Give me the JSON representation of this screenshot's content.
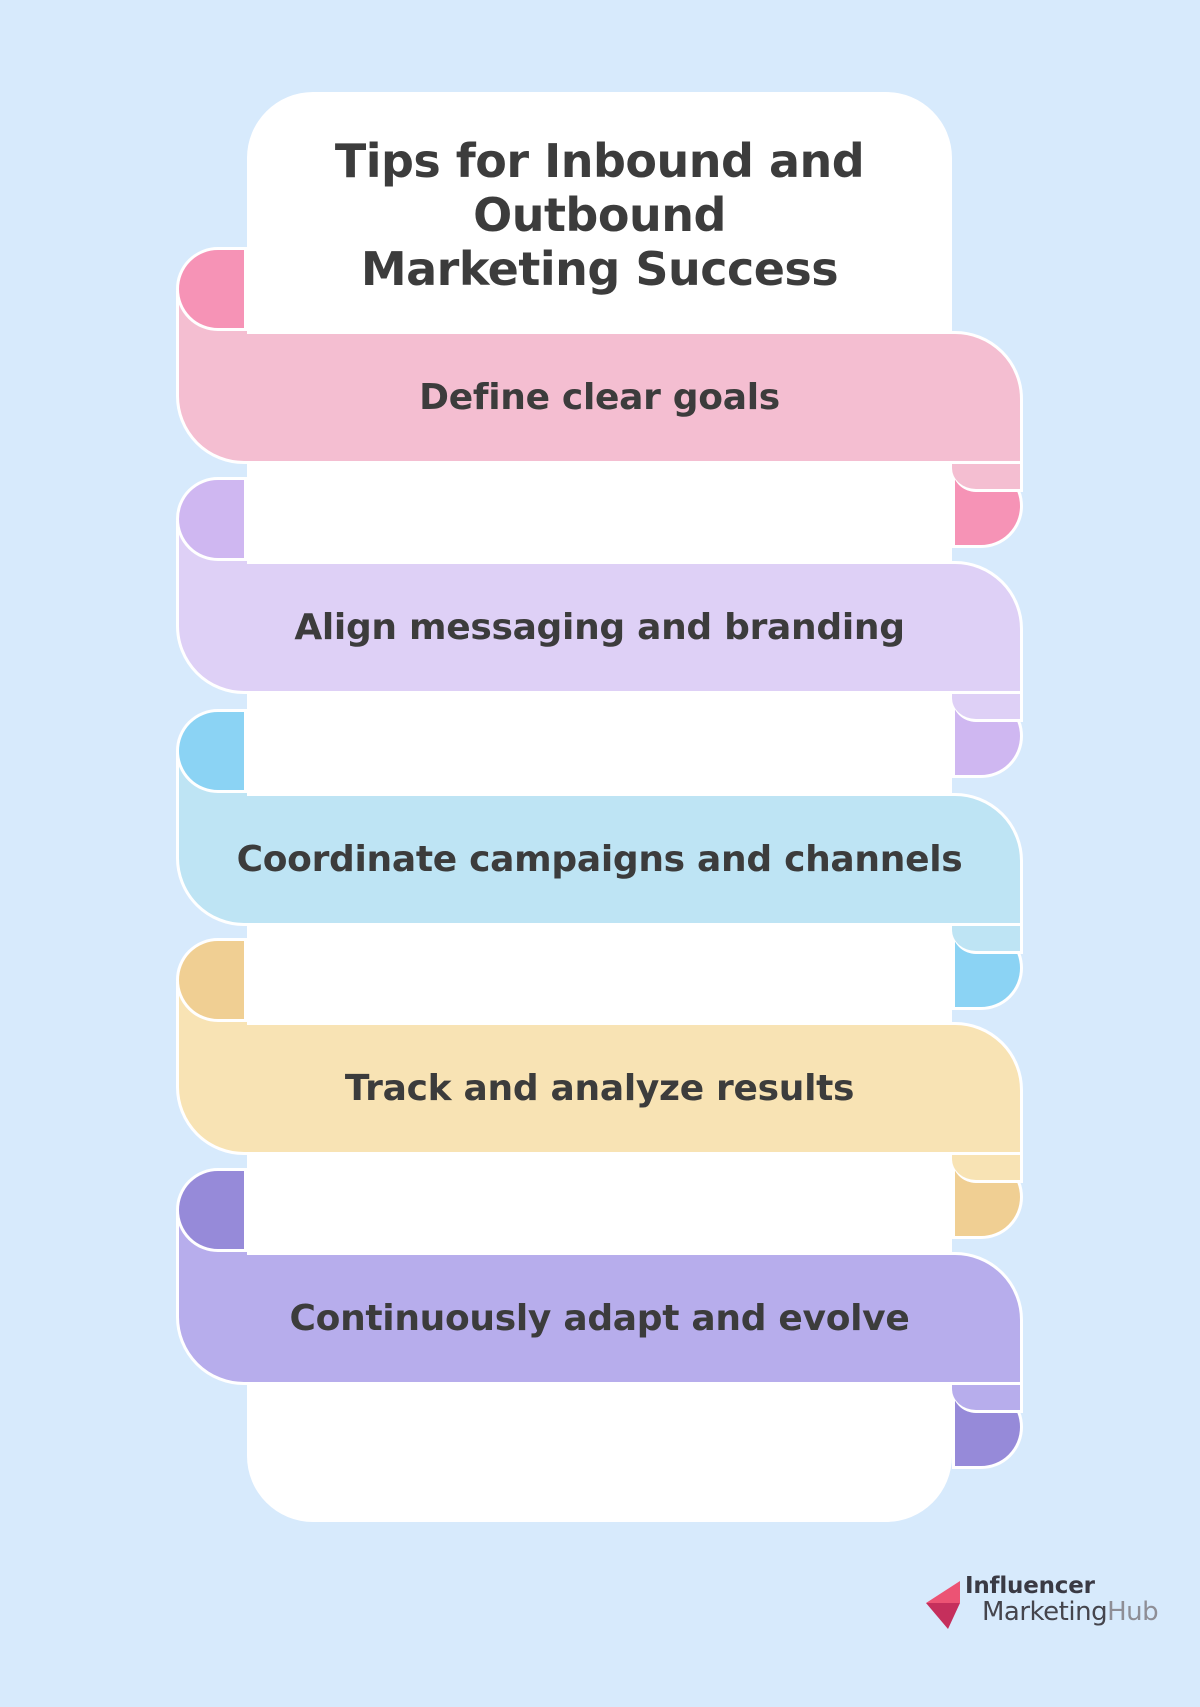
{
  "theme": {
    "bg": "#d7eafc",
    "card": "#ffffff",
    "ink": "#3c3c3c",
    "logo_dark": "#3a3a44",
    "logo_mid": "#45454d",
    "logo_light": "#8e8e96",
    "arrow_light": "#ec5374",
    "arrow_dark": "#c52f5c"
  },
  "title": {
    "line1": "Tips for Inbound and Outbound",
    "line2": "Marketing Success"
  },
  "ribbons": [
    {
      "label": "Define clear goals",
      "band_color": "#f4bed1",
      "fold_color": "#f693b6"
    },
    {
      "label": "Align messaging and branding",
      "band_color": "#ded0f6",
      "fold_color": "#cfb7f1"
    },
    {
      "label": "Coordinate campaigns and channels",
      "band_color": "#bee4f4",
      "fold_color": "#8bd3f4"
    },
    {
      "label": "Track and analyze results",
      "band_color": "#f8e3b4",
      "fold_color": "#f0cf93"
    },
    {
      "label": "Continuously adapt and evolve",
      "band_color": "#b7adec",
      "fold_color": "#968ad9"
    }
  ],
  "logo": {
    "line1": "Influencer",
    "line2_part1": "Marketing",
    "line2_part2": "Hub"
  }
}
